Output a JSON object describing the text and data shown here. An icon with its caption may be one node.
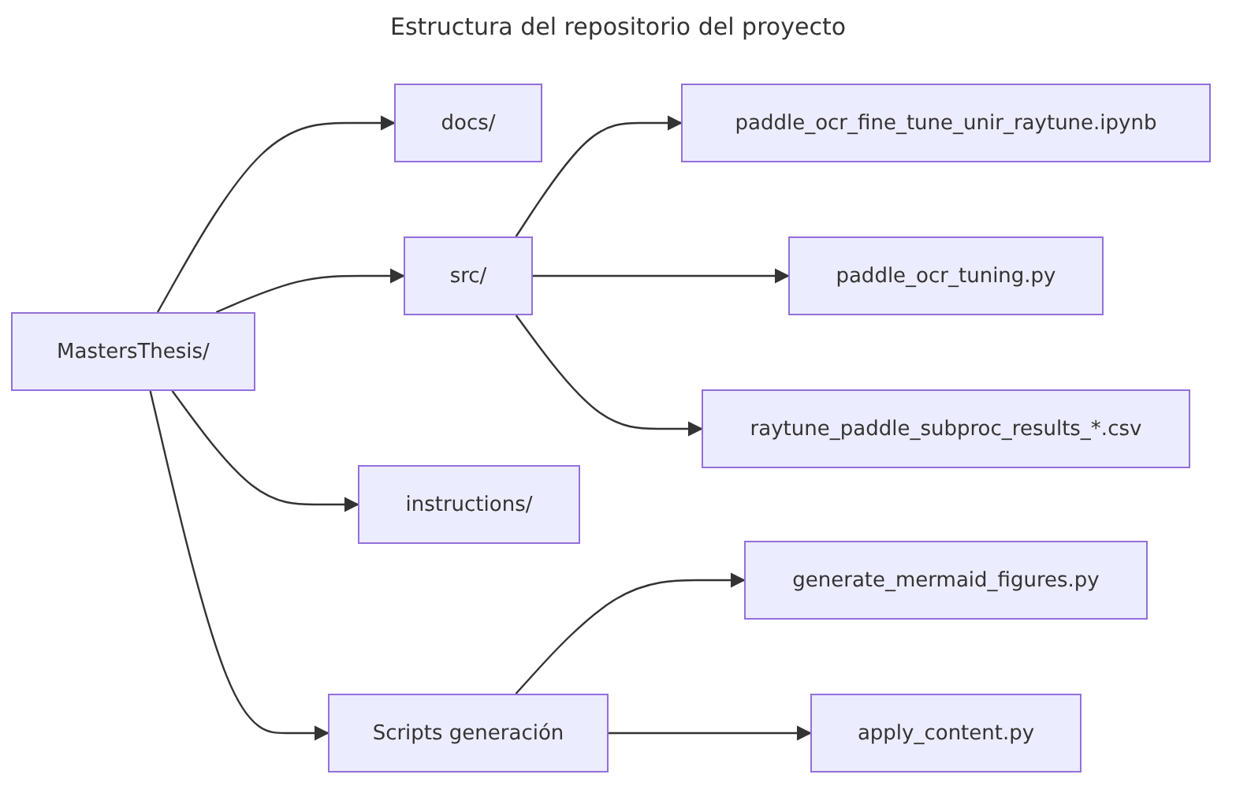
{
  "diagram": {
    "title": "Estructura del repositorio del proyecto",
    "nodes": [
      {
        "text": [
          "MastersThesis/"
        ]
      },
      {
        "text": [
          "docs/"
        ]
      },
      {
        "text": [
          "src/"
        ]
      },
      {
        "text": [
          "instructions/"
        ]
      },
      {
        "text": [
          "Scripts generación"
        ]
      },
      {
        "text": [
          "paddle_ocr_fine_tune_unir_raytune.ipynb"
        ]
      },
      {
        "text": [
          "paddle_ocr_tuning.py"
        ]
      },
      {
        "text": [
          "raytune_paddle_subproc_results_*.csv"
        ]
      },
      {
        "text": [
          "generate_mermaid_figures.py"
        ]
      },
      {
        "text": [
          "apply_content.py"
        ]
      }
    ],
    "edges": [
      {
        "from": 0,
        "to": 1,
        "arrow": "to"
      },
      {
        "from": 0,
        "to": 2,
        "arrow": "to"
      },
      {
        "from": 0,
        "to": 3,
        "arrow": "to"
      },
      {
        "from": 0,
        "to": 4,
        "arrow": "to"
      },
      {
        "from": 2,
        "to": 5,
        "arrow": "to"
      },
      {
        "from": 2,
        "to": 6,
        "arrow": "to"
      },
      {
        "from": 2,
        "to": 7,
        "arrow": "to"
      },
      {
        "from": 4,
        "to": 8,
        "arrow": "to"
      },
      {
        "from": 4,
        "to": 9,
        "arrow": "to"
      }
    ]
  }
}
